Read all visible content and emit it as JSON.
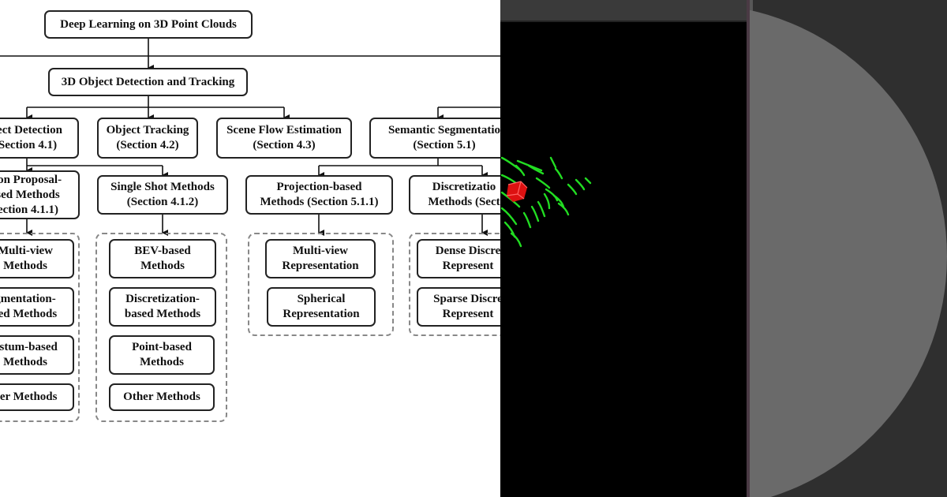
{
  "diagram": {
    "root": [
      "Deep Learning on 3D Point Clouds"
    ],
    "detection_tracking": [
      "3D Object Detection and Tracking"
    ],
    "object_detection": [
      "ject Detection",
      "Section 4.1)"
    ],
    "object_tracking": [
      "Object Tracking",
      "(Section 4.2)"
    ],
    "scene_flow": [
      "Scene Flow Estimation",
      "(Section 4.3)"
    ],
    "semantic_segmentation": [
      "Semantic Segmentatio",
      "(Section 5.1)"
    ],
    "region_proposal": [
      "ion Proposal-",
      "sed Methods",
      "ection 4.1.1)"
    ],
    "single_shot": [
      "Single Shot Methods",
      "(Section 4.1.2)"
    ],
    "projection_based": [
      "Projection-based",
      "Methods (Section 5.1.1)"
    ],
    "discretization_seg": [
      "Discretizatio",
      "Methods (Sect"
    ],
    "rp_multiview": [
      "Multi-view",
      "Methods"
    ],
    "rp_segmentation": [
      "gmentation-",
      "sed Methods"
    ],
    "rp_frustum": [
      "ustum-based",
      "Methods"
    ],
    "rp_other": [
      "her Methods"
    ],
    "ss_bev": [
      "BEV-based",
      "Methods"
    ],
    "ss_discretization": [
      "Discretization-",
      "based Methods"
    ],
    "ss_point": [
      "Point-based",
      "Methods"
    ],
    "ss_other": [
      "Other Methods"
    ],
    "pb_multiview": [
      "Multi-view",
      "Representation"
    ],
    "pb_spherical": [
      "Spherical",
      "Representation"
    ],
    "ds_dense": [
      "Dense Discre",
      "Represent"
    ],
    "ds_sparse": [
      "Sparse Discre",
      "Represent"
    ]
  },
  "colors": {
    "point_cloud": "#22dd22",
    "object_box": "#dd1111",
    "viewer_bg": "#000000",
    "disc_bg": "#2f2f2f",
    "disc_fill": "#6a6a6a"
  }
}
